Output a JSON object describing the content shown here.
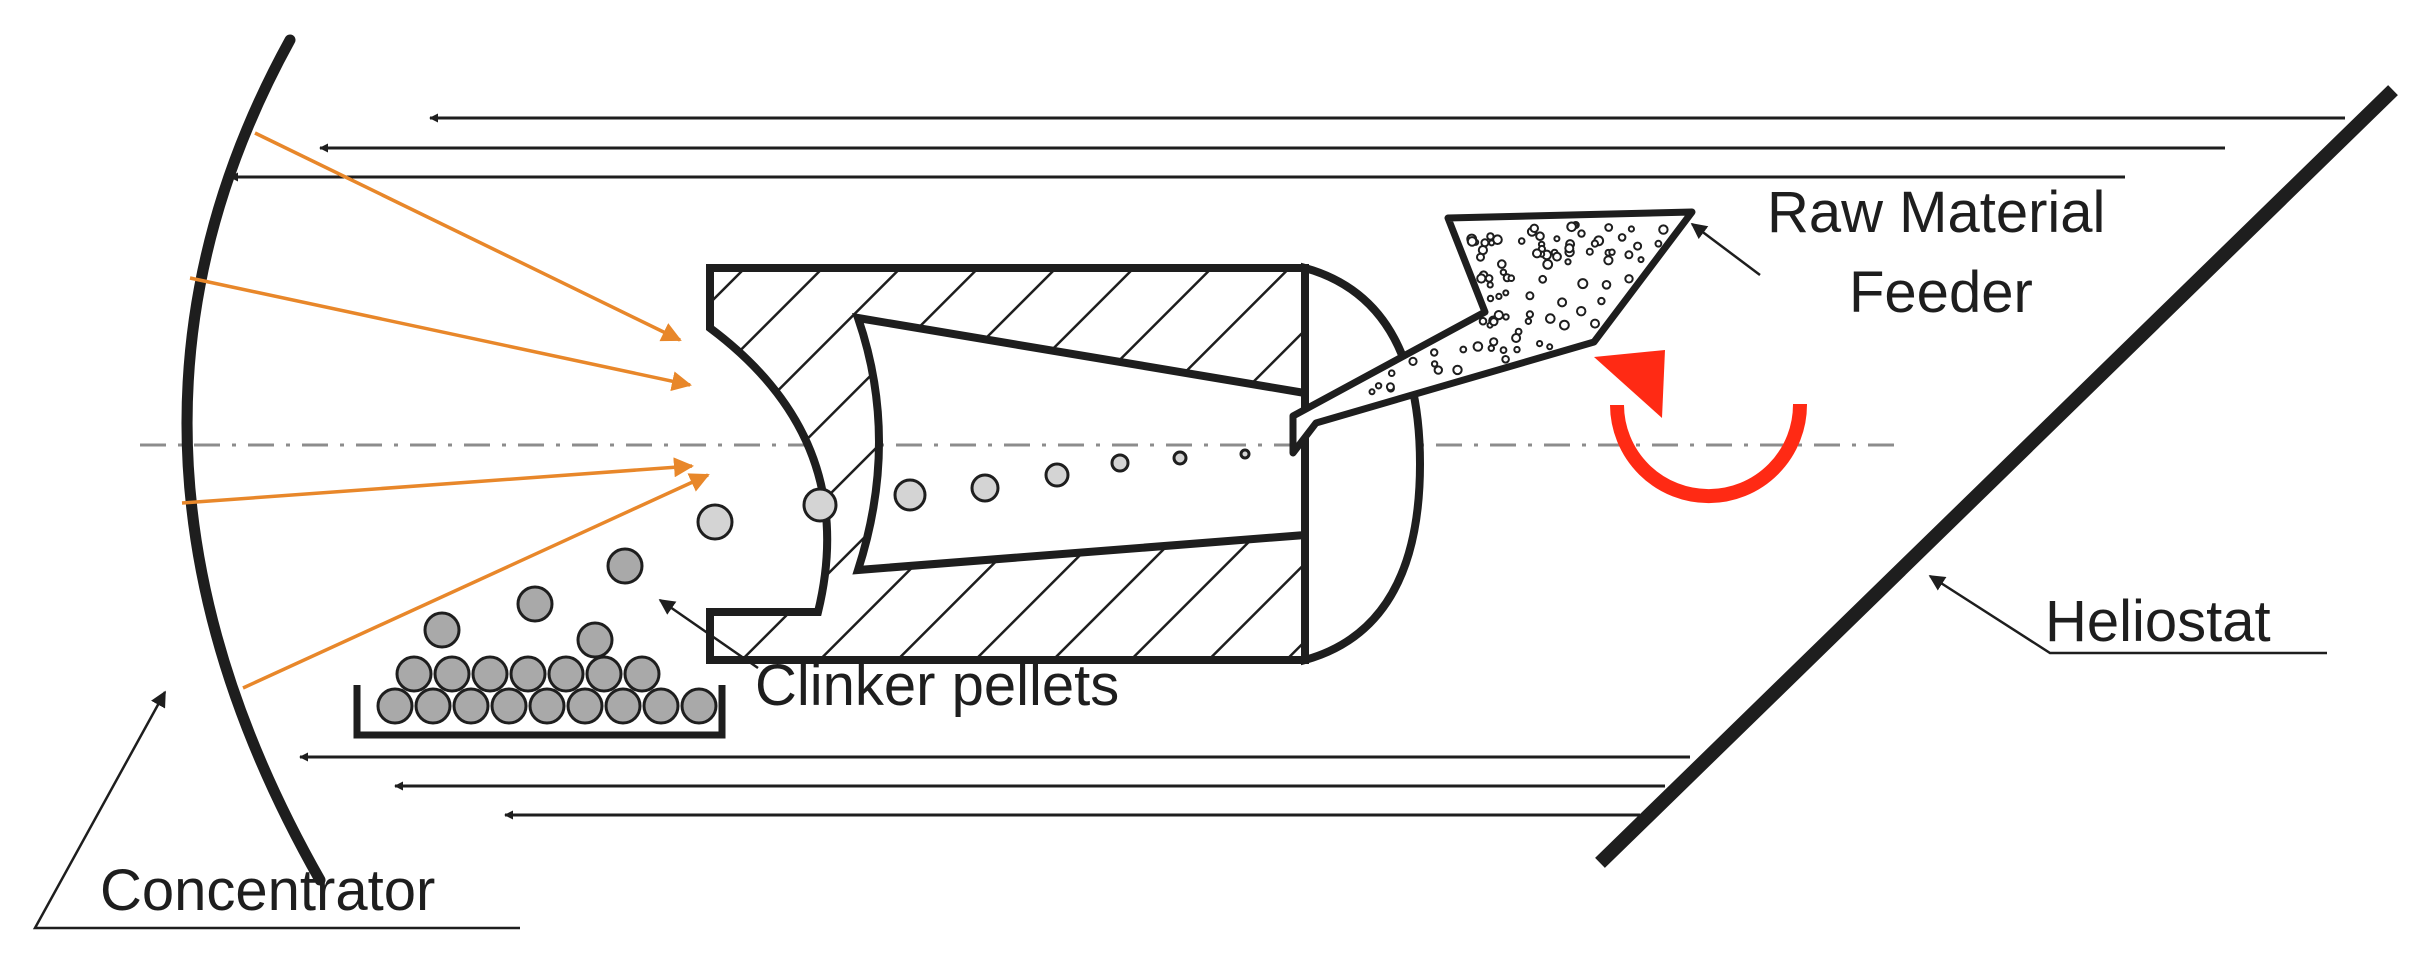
{
  "labels": {
    "raw_material_line1": "Raw Material",
    "raw_material_line2": "Feeder",
    "heliostat": "Heliostat",
    "clinker_pellets": "Clinker pellets",
    "concentrator": "Concentrator"
  },
  "colors": {
    "line": "#1e1e1e",
    "concentrated_ray": "#e8872a",
    "rotation_arrow": "#ff2a14",
    "pellet_fill": "#a9a9a9",
    "feed_particle_fill": "#d4d4d4",
    "axis": "#8c8c8c",
    "background": "#ffffff"
  },
  "icons": {
    "rotation": "circular-arrow-icon"
  }
}
